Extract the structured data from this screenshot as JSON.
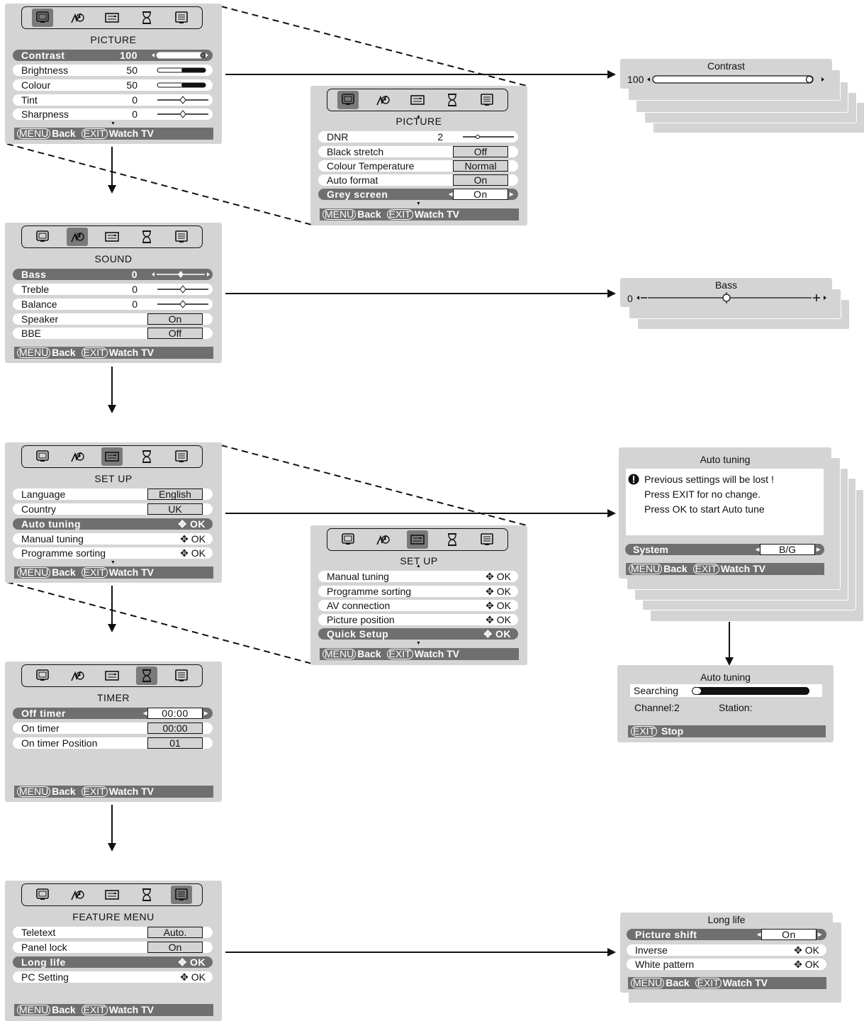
{
  "menu": {
    "back_key": "MENU",
    "back_label": "Back",
    "exit_key": "EXIT",
    "watch_label": "Watch TV"
  },
  "picture1": {
    "title": "PICTURE",
    "rows": [
      {
        "label": "Contrast",
        "value": "100"
      },
      {
        "label": "Brightness",
        "value": "50"
      },
      {
        "label": "Colour",
        "value": "50"
      },
      {
        "label": "Tint",
        "value": "0"
      },
      {
        "label": "Sharpness",
        "value": "0"
      }
    ]
  },
  "picture2": {
    "title": "PICTURE",
    "rows": [
      {
        "label": "DNR",
        "value": "2"
      },
      {
        "label": "Black stretch",
        "value": "Off"
      },
      {
        "label": "Colour Temperature",
        "value": "Normal"
      },
      {
        "label": "Auto format",
        "value": "On"
      },
      {
        "label": "Grey screen",
        "value": "On"
      }
    ]
  },
  "sound": {
    "title": "SOUND",
    "rows": [
      {
        "label": "Bass",
        "value": "0"
      },
      {
        "label": "Treble",
        "value": "0"
      },
      {
        "label": "Balance",
        "value": "0"
      },
      {
        "label": "Speaker",
        "value": "On"
      },
      {
        "label": "BBE",
        "value": "Off"
      }
    ]
  },
  "setup1": {
    "title": "SET UP",
    "rows": [
      {
        "label": "Language",
        "value": "English"
      },
      {
        "label": "Country",
        "value": "UK"
      },
      {
        "label": "Auto tuning",
        "value": "OK"
      },
      {
        "label": "Manual tuning",
        "value": "OK"
      },
      {
        "label": "Programme sorting",
        "value": "OK"
      }
    ]
  },
  "setup2": {
    "title": "SET UP",
    "rows": [
      {
        "label": "Manual tuning",
        "value": "OK"
      },
      {
        "label": "Programme sorting",
        "value": "OK"
      },
      {
        "label": "AV connection",
        "value": "OK"
      },
      {
        "label": "Picture position",
        "value": "OK"
      },
      {
        "label": "Quick Setup",
        "value": "OK"
      }
    ]
  },
  "timer": {
    "title": "TIMER",
    "rows": [
      {
        "label": "Off timer",
        "value": "00:00"
      },
      {
        "label": "On timer",
        "value": "00:00"
      },
      {
        "label": "On timer Position",
        "value": "01"
      }
    ]
  },
  "feature": {
    "title": "FEATURE MENU",
    "rows": [
      {
        "label": "Teletext",
        "value": "Auto."
      },
      {
        "label": "Panel lock",
        "value": "On"
      },
      {
        "label": "Long life",
        "value": "OK"
      },
      {
        "label": "PC Setting",
        "value": "OK"
      }
    ]
  },
  "contrast_popup": {
    "title": "Contrast",
    "value": "100",
    "level": 1.0
  },
  "bass_popup": {
    "title": "Bass",
    "value": "0",
    "minus": "−",
    "plus": "+",
    "level": 0.5
  },
  "autotune_popup": {
    "title": "Auto tuning",
    "lines": [
      "Previous settings will be lost !",
      "Press EXIT for no change.",
      "Press OK to start Auto tune"
    ],
    "system_label": "System",
    "system_value": "B/G"
  },
  "searching_popup": {
    "title": "Auto tuning",
    "searching_label": "Searching",
    "channel": "Channel:2",
    "station": "Station:",
    "exit_key": "EXIT",
    "stop_label": "Stop",
    "progress": 0.05
  },
  "longlife_popup": {
    "title": "Long life",
    "rows": [
      {
        "label": "Picture shift",
        "value": "On"
      },
      {
        "label": "Inverse",
        "value": "OK"
      },
      {
        "label": "White pattern",
        "value": "OK"
      }
    ]
  }
}
